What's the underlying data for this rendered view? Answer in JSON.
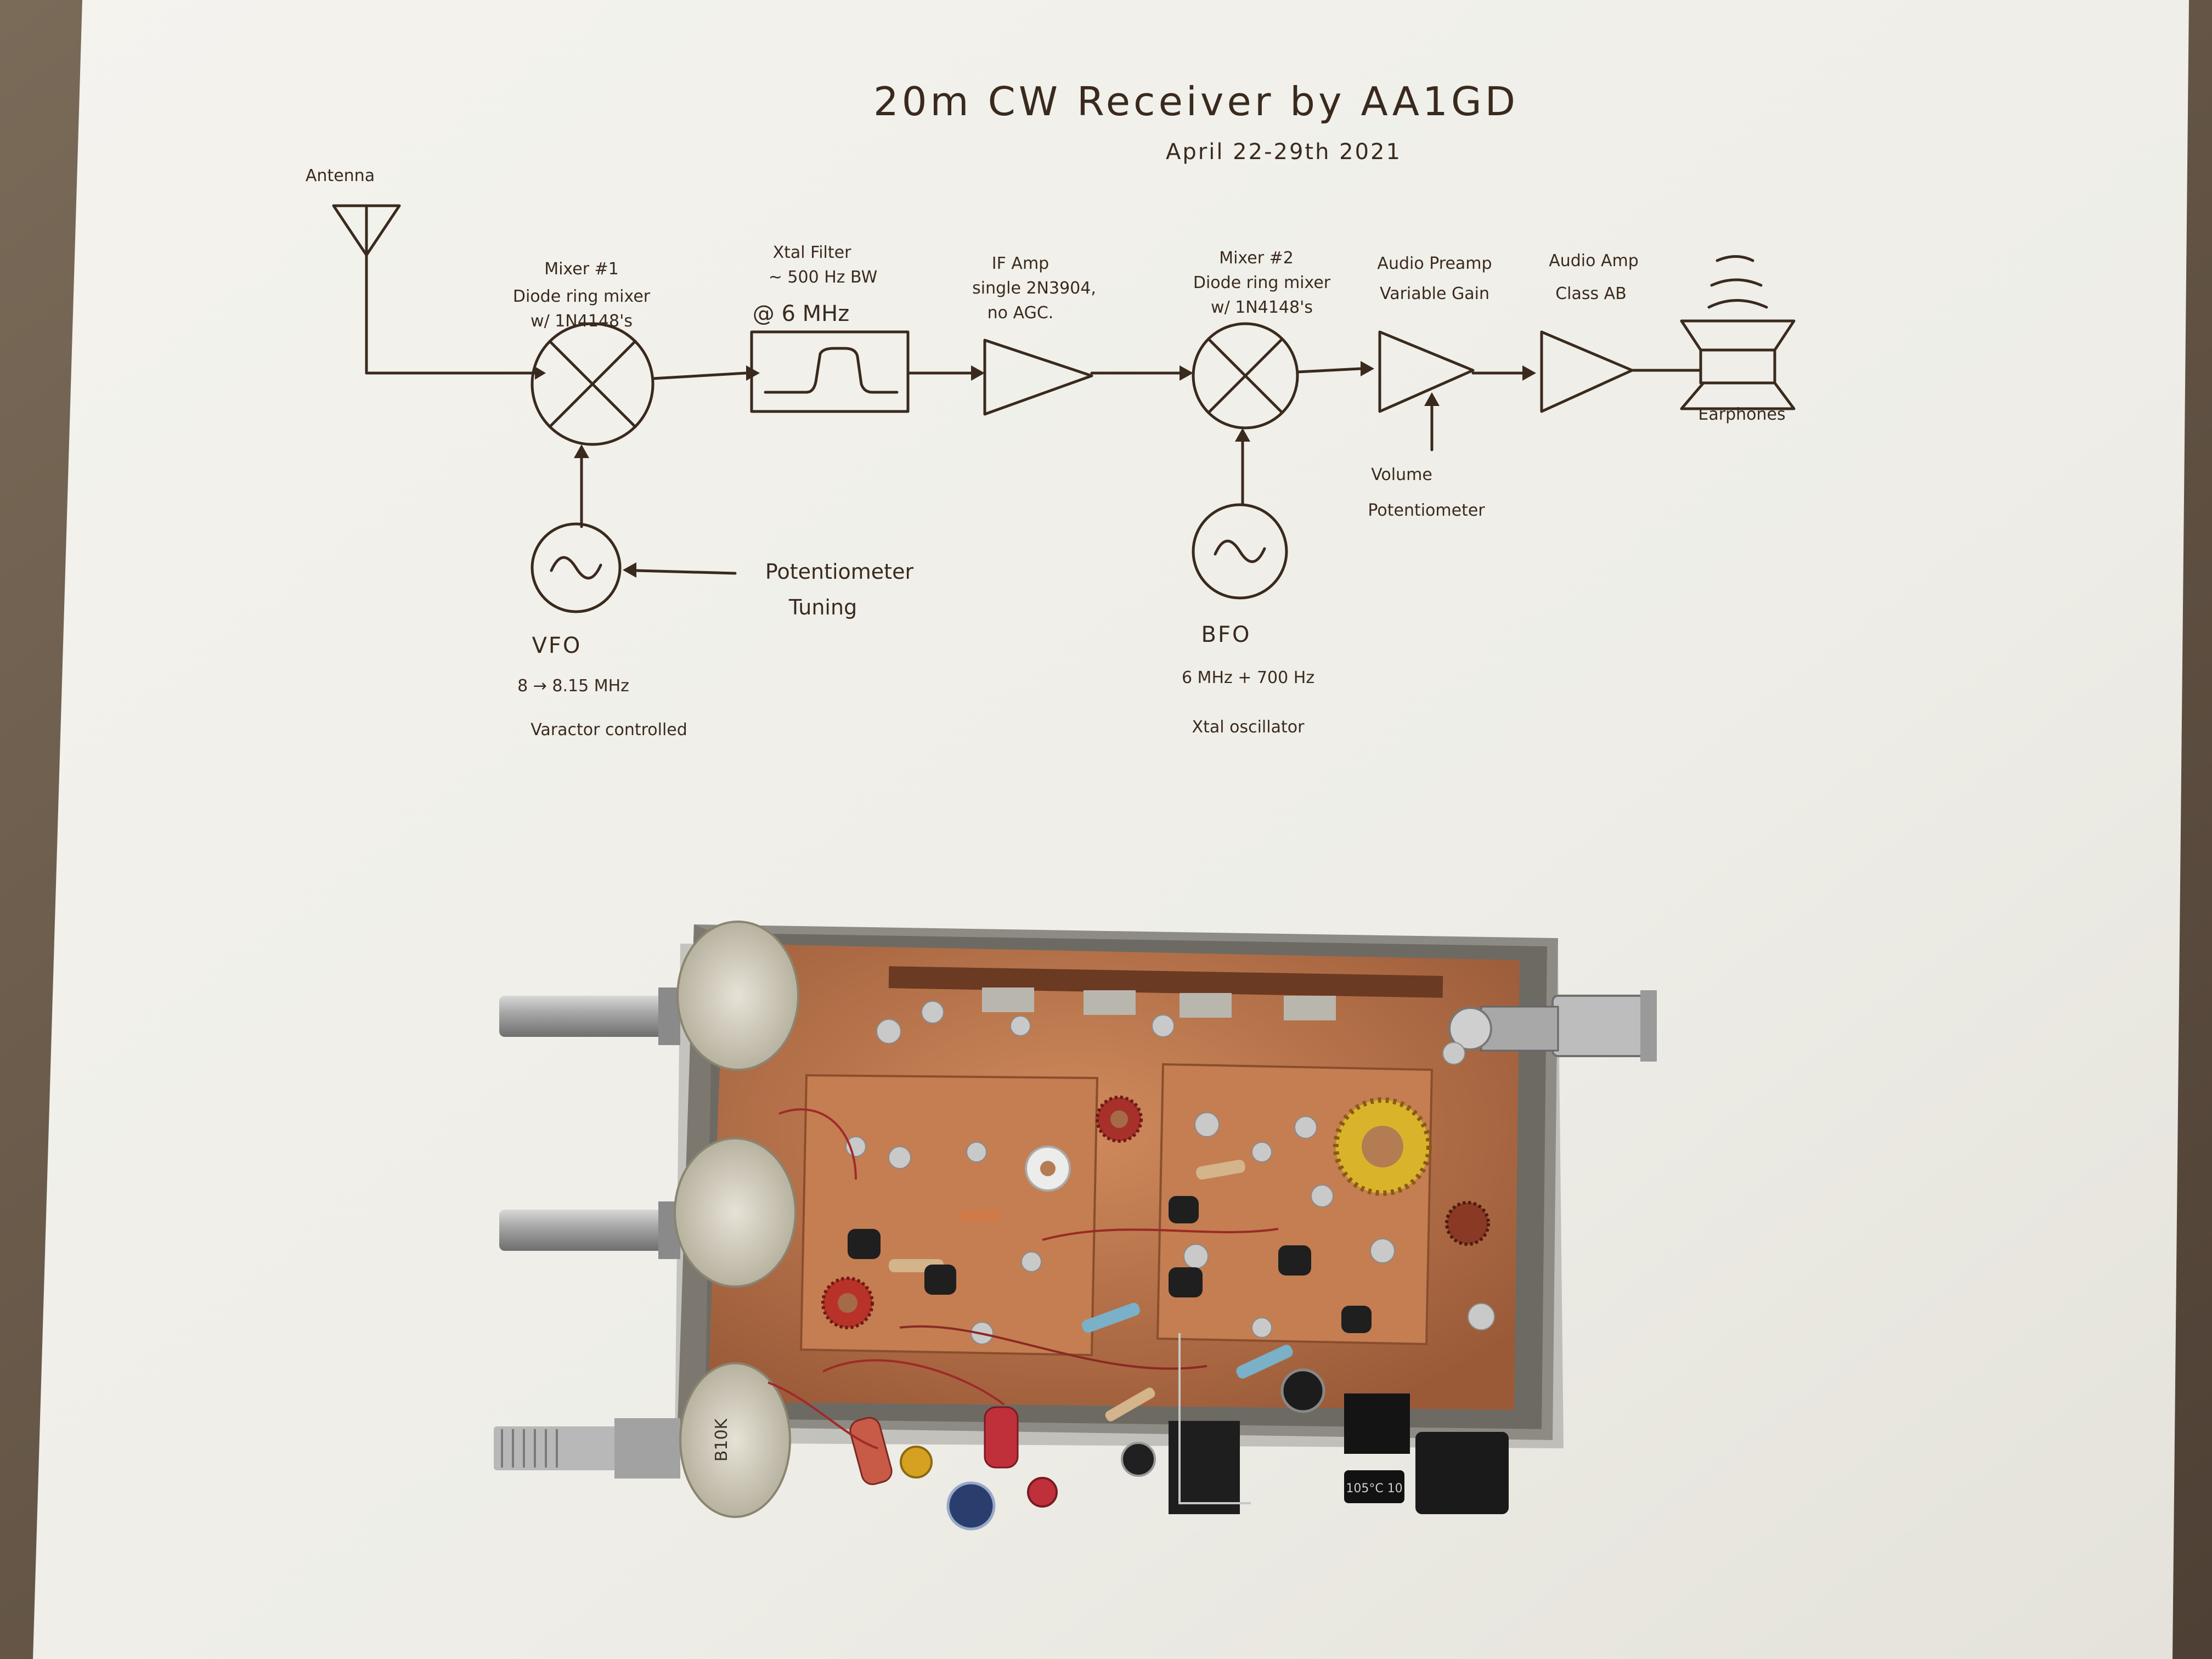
{
  "diagram": {
    "title": "20m CW Receiver by AA1GD",
    "subtitle": "April 22-29th 2021",
    "antenna": "Antenna",
    "mixer1": {
      "title": "Mixer #1",
      "line1": "Diode ring mixer",
      "line2": "w/ 1N4148's"
    },
    "xtal_filter": {
      "title": "Xtal Filter",
      "line1": "~ 500 Hz BW",
      "line2": "@ 6 MHz"
    },
    "if_amp": {
      "title": "IF Amp",
      "line1": "single 2N3904,",
      "line2": "no AGC."
    },
    "mixer2": {
      "title": "Mixer #2",
      "line1": "Diode ring mixer",
      "line2": "w/ 1N4148's"
    },
    "audio_preamp": {
      "title": "Audio Preamp",
      "line1": "Variable Gain"
    },
    "audio_amp": {
      "title": "Audio Amp",
      "line1": "Class AB"
    },
    "earphones": "Earphones",
    "volume": {
      "line1": "Volume",
      "line2": "Potentiometer"
    },
    "vfo": {
      "title": "VFO",
      "range": "8 → 8.15 MHz",
      "note": "Varactor controlled"
    },
    "tuning": {
      "line1": "Potentiometer",
      "line2": "Tuning"
    },
    "bfo": {
      "title": "BFO",
      "freq": "6 MHz + 700 Hz",
      "note": "Xtal oscillator"
    }
  },
  "board_markings": {
    "pot_label": "B10K",
    "cap_label": "105°C 10"
  },
  "colors": {
    "paper": "#f1f0ea",
    "ink": "#3a2a1e",
    "table": "#6a5a48",
    "copper": "#b8724a",
    "enclosure": "#8e8b84"
  }
}
